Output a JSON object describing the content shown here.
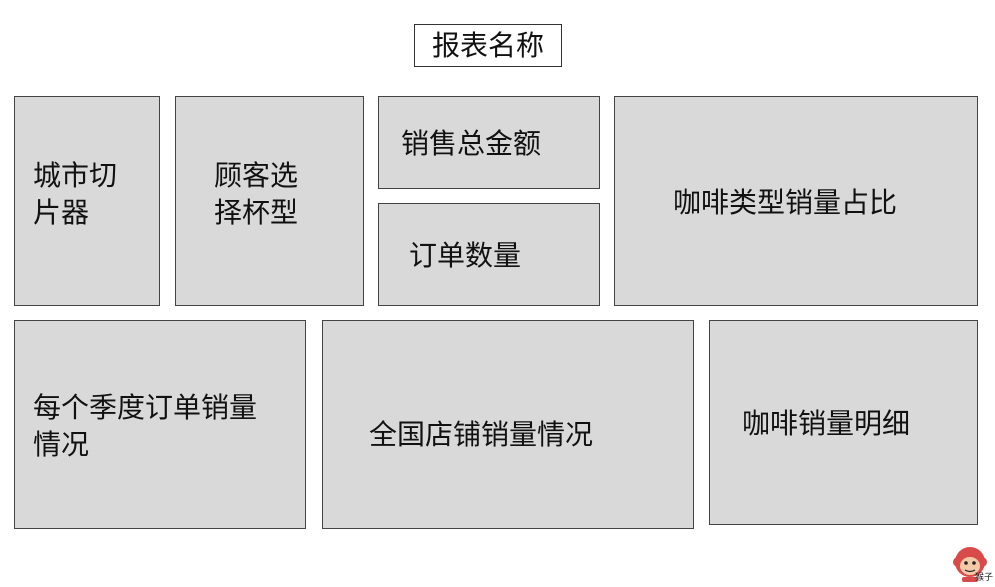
{
  "title": "报表名称",
  "panels": {
    "city_slicer": "城市切片器",
    "cup_type": "顾客选择杯型",
    "total_sales": "销售总金额",
    "order_count": "订单数量",
    "coffee_type_share": "咖啡类型销量占比",
    "quarterly_orders": "每个季度订单销量情况",
    "national_stores": "全国店铺销量情况",
    "coffee_detail": "咖啡销量明细"
  },
  "logo": {
    "icon": "monkey-logo-icon",
    "text": "猴子",
    "color": "#d94a4a"
  }
}
